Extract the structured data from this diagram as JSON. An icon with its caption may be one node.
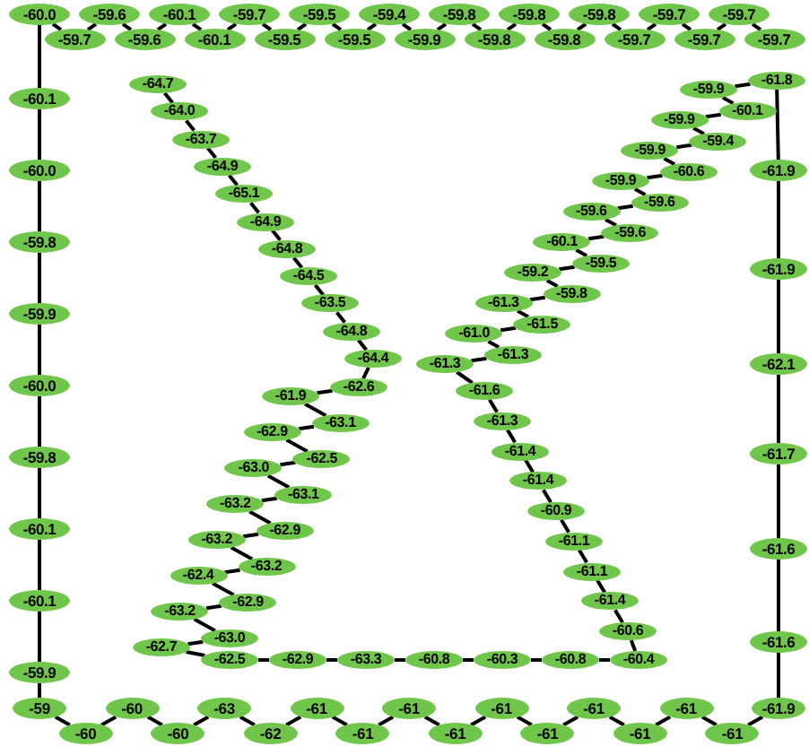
{
  "diagram": {
    "nodes": [
      {
        "text": [
          "-60.0"
        ]
      },
      {
        "text": [
          "-59.7"
        ]
      },
      {
        "text": [
          "-59.6"
        ]
      },
      {
        "text": [
          "-59.6"
        ]
      },
      {
        "text": [
          "-60.1"
        ]
      },
      {
        "text": [
          "-60.1"
        ]
      },
      {
        "text": [
          "-59.7"
        ]
      },
      {
        "text": [
          "-59.5"
        ]
      },
      {
        "text": [
          "-59.5"
        ]
      },
      {
        "text": [
          "-59.5"
        ]
      },
      {
        "text": [
          "-59.4"
        ]
      },
      {
        "text": [
          "-59.9"
        ]
      },
      {
        "text": [
          "-59.8"
        ]
      },
      {
        "text": [
          "-59.8"
        ]
      },
      {
        "text": [
          "-59.8"
        ]
      },
      {
        "text": [
          "-59.8"
        ]
      },
      {
        "text": [
          "-59.8"
        ]
      },
      {
        "text": [
          "-59.7"
        ]
      },
      {
        "text": [
          "-59.7"
        ]
      },
      {
        "text": [
          "-59.7"
        ]
      },
      {
        "text": [
          "-59.7"
        ]
      },
      {
        "text": [
          "-59.7"
        ]
      },
      {
        "text": [
          "-60.1"
        ]
      },
      {
        "text": [
          "-60.0"
        ]
      },
      {
        "text": [
          "-59.8"
        ]
      },
      {
        "text": [
          "-59.9"
        ]
      },
      {
        "text": [
          "-60.0"
        ]
      },
      {
        "text": [
          "-59.8"
        ]
      },
      {
        "text": [
          "-60.1"
        ]
      },
      {
        "text": [
          "-60.1"
        ]
      },
      {
        "text": [
          "-59.9"
        ]
      },
      {
        "text": [
          "-64.7"
        ]
      },
      {
        "text": [
          "-64.0"
        ]
      },
      {
        "text": [
          "-63.7"
        ]
      },
      {
        "text": [
          "-64.9"
        ]
      },
      {
        "text": [
          "-65.1"
        ]
      },
      {
        "text": [
          "-64.9"
        ]
      },
      {
        "text": [
          "-64.8"
        ]
      },
      {
        "text": [
          "-64.5"
        ]
      },
      {
        "text": [
          "-63.5"
        ]
      },
      {
        "text": [
          "-64.8"
        ]
      },
      {
        "text": [
          "-64.4"
        ]
      },
      {
        "text": [
          "-62.6"
        ]
      },
      {
        "text": [
          "-61.9"
        ]
      },
      {
        "text": [
          "-63.1"
        ]
      },
      {
        "text": [
          "-62.9"
        ]
      },
      {
        "text": [
          "-62.5"
        ]
      },
      {
        "text": [
          "-63.0"
        ]
      },
      {
        "text": [
          "-63.1"
        ]
      },
      {
        "text": [
          "-63.2"
        ]
      },
      {
        "text": [
          "-62.9"
        ]
      },
      {
        "text": [
          "-63.2"
        ]
      },
      {
        "text": [
          "-63.2"
        ]
      },
      {
        "text": [
          "-62.4"
        ]
      },
      {
        "text": [
          "-62.9"
        ]
      },
      {
        "text": [
          "-63.2"
        ]
      },
      {
        "text": [
          "-63.0"
        ]
      },
      {
        "text": [
          "-62.7"
        ]
      },
      {
        "text": [
          "-62.5"
        ]
      },
      {
        "text": [
          "-62.9"
        ]
      },
      {
        "text": [
          "-63.3"
        ]
      },
      {
        "text": [
          "-60.8"
        ]
      },
      {
        "text": [
          "-60.3"
        ]
      },
      {
        "text": [
          "-60.8"
        ]
      },
      {
        "text": [
          "-60.4"
        ]
      },
      {
        "text": [
          "-60.6"
        ]
      },
      {
        "text": [
          "-61.4"
        ]
      },
      {
        "text": [
          "-61.1"
        ]
      },
      {
        "text": [
          "-61.1"
        ]
      },
      {
        "text": [
          "-60.9"
        ]
      },
      {
        "text": [
          "-61.4"
        ]
      },
      {
        "text": [
          "-61.4"
        ]
      },
      {
        "text": [
          "-61.3"
        ]
      },
      {
        "text": [
          "-61.6"
        ]
      },
      {
        "text": [
          "-61.3"
        ]
      },
      {
        "text": [
          "-61.3"
        ]
      },
      {
        "text": [
          "-61.0"
        ]
      },
      {
        "text": [
          "-61.5"
        ]
      },
      {
        "text": [
          "-61.3"
        ]
      },
      {
        "text": [
          "-59.8"
        ]
      },
      {
        "text": [
          "-59.2"
        ]
      },
      {
        "text": [
          "-59.5"
        ]
      },
      {
        "text": [
          "-60.1"
        ]
      },
      {
        "text": [
          "-59.6"
        ]
      },
      {
        "text": [
          "-59.6"
        ]
      },
      {
        "text": [
          "-59.6"
        ]
      },
      {
        "text": [
          "-59.9"
        ]
      },
      {
        "text": [
          "-60.6"
        ]
      },
      {
        "text": [
          "-59.9"
        ]
      },
      {
        "text": [
          "-59.4"
        ]
      },
      {
        "text": [
          "-59.9"
        ]
      },
      {
        "text": [
          "-60.1"
        ]
      },
      {
        "text": [
          "-59.9"
        ]
      },
      {
        "text": [
          "-61.8"
        ]
      },
      {
        "text": [
          "-61.9"
        ]
      },
      {
        "text": [
          "-61.9"
        ]
      },
      {
        "text": [
          "-62.1"
        ]
      },
      {
        "text": [
          "-61.7"
        ]
      },
      {
        "text": [
          "-61.6"
        ]
      },
      {
        "text": [
          "-61.6"
        ]
      },
      {
        "text": [
          "-59"
        ]
      },
      {
        "text": [
          "-60"
        ]
      },
      {
        "text": [
          "-60"
        ]
      },
      {
        "text": [
          "-60"
        ]
      },
      {
        "text": [
          "-63"
        ]
      },
      {
        "text": [
          "-62"
        ]
      },
      {
        "text": [
          "-61"
        ]
      },
      {
        "text": [
          "-61"
        ]
      },
      {
        "text": [
          "-61"
        ]
      },
      {
        "text": [
          "-61"
        ]
      },
      {
        "text": [
          "-61"
        ]
      },
      {
        "text": [
          "-61"
        ]
      },
      {
        "text": [
          "-61"
        ]
      },
      {
        "text": [
          "-61"
        ]
      },
      {
        "text": [
          "-61"
        ]
      },
      {
        "text": [
          "-61"
        ]
      },
      {
        "text": [
          "-61.9"
        ]
      }
    ],
    "edges": [
      {
        "from": 0,
        "to": 1,
        "arrow": "none"
      },
      {
        "from": 1,
        "to": 2,
        "arrow": "none"
      },
      {
        "from": 2,
        "to": 3,
        "arrow": "none"
      },
      {
        "from": 3,
        "to": 4,
        "arrow": "none"
      },
      {
        "from": 4,
        "to": 5,
        "arrow": "none"
      },
      {
        "from": 5,
        "to": 6,
        "arrow": "none"
      },
      {
        "from": 6,
        "to": 7,
        "arrow": "none"
      },
      {
        "from": 7,
        "to": 8,
        "arrow": "none"
      },
      {
        "from": 8,
        "to": 9,
        "arrow": "none"
      },
      {
        "from": 9,
        "to": 10,
        "arrow": "none"
      },
      {
        "from": 10,
        "to": 11,
        "arrow": "none"
      },
      {
        "from": 11,
        "to": 12,
        "arrow": "none"
      },
      {
        "from": 12,
        "to": 13,
        "arrow": "none"
      },
      {
        "from": 13,
        "to": 14,
        "arrow": "none"
      },
      {
        "from": 14,
        "to": 15,
        "arrow": "none"
      },
      {
        "from": 15,
        "to": 16,
        "arrow": "none"
      },
      {
        "from": 16,
        "to": 17,
        "arrow": "none"
      },
      {
        "from": 17,
        "to": 18,
        "arrow": "none"
      },
      {
        "from": 18,
        "to": 19,
        "arrow": "none"
      },
      {
        "from": 19,
        "to": 20,
        "arrow": "none"
      },
      {
        "from": 20,
        "to": 21,
        "arrow": "none"
      },
      {
        "from": 0,
        "to": 22,
        "arrow": "none"
      },
      {
        "from": 22,
        "to": 23,
        "arrow": "none"
      },
      {
        "from": 23,
        "to": 24,
        "arrow": "none"
      },
      {
        "from": 24,
        "to": 25,
        "arrow": "none"
      },
      {
        "from": 25,
        "to": 26,
        "arrow": "none"
      },
      {
        "from": 26,
        "to": 27,
        "arrow": "none"
      },
      {
        "from": 27,
        "to": 28,
        "arrow": "none"
      },
      {
        "from": 28,
        "to": 29,
        "arrow": "none"
      },
      {
        "from": 29,
        "to": 30,
        "arrow": "none"
      },
      {
        "from": 30,
        "to": 100,
        "arrow": "none"
      },
      {
        "from": 31,
        "to": 32,
        "arrow": "none"
      },
      {
        "from": 32,
        "to": 33,
        "arrow": "none"
      },
      {
        "from": 33,
        "to": 34,
        "arrow": "none"
      },
      {
        "from": 34,
        "to": 35,
        "arrow": "none"
      },
      {
        "from": 35,
        "to": 36,
        "arrow": "none"
      },
      {
        "from": 36,
        "to": 37,
        "arrow": "none"
      },
      {
        "from": 37,
        "to": 38,
        "arrow": "none"
      },
      {
        "from": 38,
        "to": 39,
        "arrow": "none"
      },
      {
        "from": 39,
        "to": 40,
        "arrow": "none"
      },
      {
        "from": 40,
        "to": 41,
        "arrow": "none"
      },
      {
        "from": 41,
        "to": 42,
        "arrow": "none"
      },
      {
        "from": 42,
        "to": 43,
        "arrow": "none"
      },
      {
        "from": 43,
        "to": 44,
        "arrow": "none"
      },
      {
        "from": 44,
        "to": 45,
        "arrow": "none"
      },
      {
        "from": 45,
        "to": 46,
        "arrow": "none"
      },
      {
        "from": 46,
        "to": 47,
        "arrow": "none"
      },
      {
        "from": 47,
        "to": 48,
        "arrow": "none"
      },
      {
        "from": 48,
        "to": 49,
        "arrow": "none"
      },
      {
        "from": 49,
        "to": 50,
        "arrow": "none"
      },
      {
        "from": 50,
        "to": 51,
        "arrow": "none"
      },
      {
        "from": 51,
        "to": 52,
        "arrow": "none"
      },
      {
        "from": 52,
        "to": 53,
        "arrow": "none"
      },
      {
        "from": 53,
        "to": 54,
        "arrow": "none"
      },
      {
        "from": 54,
        "to": 55,
        "arrow": "none"
      },
      {
        "from": 55,
        "to": 56,
        "arrow": "none"
      },
      {
        "from": 56,
        "to": 57,
        "arrow": "none"
      },
      {
        "from": 57,
        "to": 58,
        "arrow": "none"
      },
      {
        "from": 58,
        "to": 59,
        "arrow": "none"
      },
      {
        "from": 59,
        "to": 60,
        "arrow": "none"
      },
      {
        "from": 60,
        "to": 61,
        "arrow": "none"
      },
      {
        "from": 61,
        "to": 62,
        "arrow": "none"
      },
      {
        "from": 62,
        "to": 63,
        "arrow": "none"
      },
      {
        "from": 63,
        "to": 64,
        "arrow": "none"
      },
      {
        "from": 64,
        "to": 65,
        "arrow": "none"
      },
      {
        "from": 65,
        "to": 66,
        "arrow": "none"
      },
      {
        "from": 66,
        "to": 67,
        "arrow": "none"
      },
      {
        "from": 67,
        "to": 68,
        "arrow": "none"
      },
      {
        "from": 68,
        "to": 69,
        "arrow": "none"
      },
      {
        "from": 69,
        "to": 70,
        "arrow": "none"
      },
      {
        "from": 70,
        "to": 71,
        "arrow": "none"
      },
      {
        "from": 71,
        "to": 72,
        "arrow": "none"
      },
      {
        "from": 72,
        "to": 73,
        "arrow": "none"
      },
      {
        "from": 73,
        "to": 74,
        "arrow": "none"
      },
      {
        "from": 74,
        "to": 75,
        "arrow": "none"
      },
      {
        "from": 75,
        "to": 76,
        "arrow": "none"
      },
      {
        "from": 76,
        "to": 77,
        "arrow": "none"
      },
      {
        "from": 77,
        "to": 78,
        "arrow": "none"
      },
      {
        "from": 78,
        "to": 79,
        "arrow": "none"
      },
      {
        "from": 79,
        "to": 80,
        "arrow": "none"
      },
      {
        "from": 80,
        "to": 81,
        "arrow": "none"
      },
      {
        "from": 81,
        "to": 82,
        "arrow": "none"
      },
      {
        "from": 82,
        "to": 83,
        "arrow": "none"
      },
      {
        "from": 83,
        "to": 84,
        "arrow": "none"
      },
      {
        "from": 84,
        "to": 85,
        "arrow": "none"
      },
      {
        "from": 85,
        "to": 86,
        "arrow": "none"
      },
      {
        "from": 86,
        "to": 87,
        "arrow": "none"
      },
      {
        "from": 87,
        "to": 88,
        "arrow": "none"
      },
      {
        "from": 88,
        "to": 89,
        "arrow": "none"
      },
      {
        "from": 89,
        "to": 90,
        "arrow": "none"
      },
      {
        "from": 90,
        "to": 91,
        "arrow": "none"
      },
      {
        "from": 91,
        "to": 92,
        "arrow": "none"
      },
      {
        "from": 92,
        "to": 93,
        "arrow": "none"
      },
      {
        "from": 93,
        "to": 94,
        "arrow": "none"
      },
      {
        "from": 94,
        "to": 95,
        "arrow": "none"
      },
      {
        "from": 95,
        "to": 96,
        "arrow": "none"
      },
      {
        "from": 96,
        "to": 97,
        "arrow": "none"
      },
      {
        "from": 97,
        "to": 98,
        "arrow": "none"
      },
      {
        "from": 98,
        "to": 99,
        "arrow": "none"
      },
      {
        "from": 99,
        "to": 116,
        "arrow": "none"
      },
      {
        "from": 100,
        "to": 101,
        "arrow": "none"
      },
      {
        "from": 101,
        "to": 102,
        "arrow": "none"
      },
      {
        "from": 102,
        "to": 103,
        "arrow": "none"
      },
      {
        "from": 103,
        "to": 104,
        "arrow": "none"
      },
      {
        "from": 104,
        "to": 105,
        "arrow": "none"
      },
      {
        "from": 105,
        "to": 106,
        "arrow": "none"
      },
      {
        "from": 106,
        "to": 107,
        "arrow": "none"
      },
      {
        "from": 107,
        "to": 108,
        "arrow": "none"
      },
      {
        "from": 108,
        "to": 109,
        "arrow": "none"
      },
      {
        "from": 109,
        "to": 110,
        "arrow": "none"
      },
      {
        "from": 110,
        "to": 111,
        "arrow": "none"
      },
      {
        "from": 111,
        "to": 112,
        "arrow": "none"
      },
      {
        "from": 112,
        "to": 113,
        "arrow": "none"
      },
      {
        "from": 113,
        "to": 114,
        "arrow": "none"
      },
      {
        "from": 114,
        "to": 115,
        "arrow": "none"
      },
      {
        "from": 115,
        "to": 116,
        "arrow": "none"
      }
    ]
  }
}
